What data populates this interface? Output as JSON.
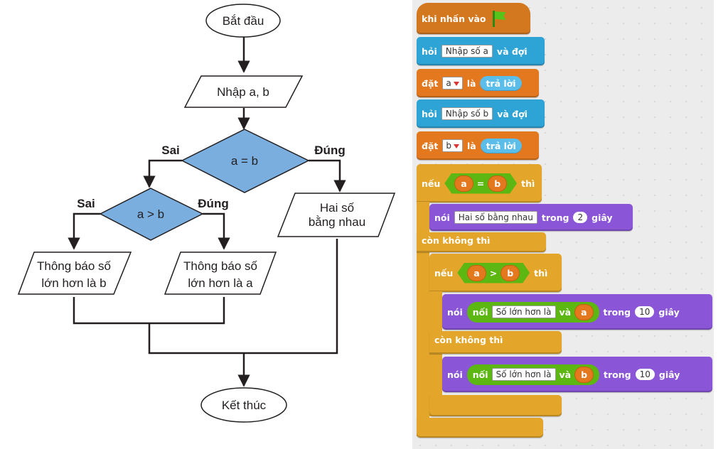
{
  "flowchart": {
    "start": "Bắt đầu",
    "input": "Nhập a, b",
    "cond1": "a = b",
    "cond2": "a > b",
    "true_label": "Đúng",
    "false_label": "Sai",
    "out_equal": [
      "Hai số",
      "bằng nhau"
    ],
    "out_a": [
      "Thông báo số",
      "lớn hơn là a"
    ],
    "out_b": [
      "Thông báo số",
      "lớn hơn là b"
    ],
    "end": "Kết thúc"
  },
  "scratch": {
    "when_clicked": "khi nhấn vào",
    "ask": "hỏi",
    "and_wait": "và đợi",
    "prompt_a": "Nhập số a",
    "prompt_b": "Nhập số b",
    "set": "đặt",
    "to": "là",
    "var_a": "a",
    "var_b": "b",
    "answer": "trả lời",
    "if": "nếu",
    "then": "thì",
    "else": "còn không thì",
    "eq": "=",
    "gt": ">",
    "say": "nói",
    "for": "trong",
    "secs": "giây",
    "join": "nối",
    "join_and": "và",
    "msg_equal": "Hai số bằng nhau",
    "secs_equal": "2",
    "msg_greater": "Số lớn hơn là",
    "secs_greater": "10",
    "colors": {
      "events": "#d4781f",
      "sensing": "#2ea3d6",
      "data": "#e3781e",
      "control": "#e3a62a",
      "looks": "#8a55d6",
      "operators": "#5cb712"
    }
  }
}
